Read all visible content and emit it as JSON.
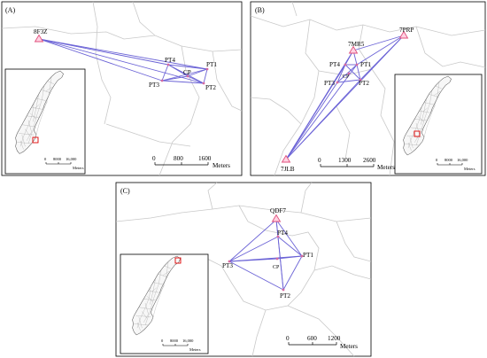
{
  "panels": [
    {
      "label": "(A)",
      "benchmark": "8F3Z",
      "points": [
        "PT1",
        "PT2",
        "PT3",
        "PT4",
        "CP"
      ],
      "scale": {
        "ticks": [
          "0",
          "800",
          "1600"
        ],
        "unit": "Meters"
      },
      "inset": {
        "ticks": [
          "0",
          "8000",
          "16,000"
        ],
        "unit": "Meters"
      }
    },
    {
      "label": "(B)",
      "benchmarks": [
        "7MR5",
        "7PRP",
        "7JLB"
      ],
      "points": [
        "PT1",
        "PT2",
        "PT3",
        "PT4",
        "CP"
      ],
      "scale": {
        "ticks": [
          "0",
          "1300",
          "2600"
        ],
        "unit": "Meters"
      },
      "inset": {
        "ticks": [
          "0",
          "8000",
          "16,000"
        ],
        "unit": "Meters"
      }
    },
    {
      "label": "(C)",
      "benchmark": "QDF7",
      "points": [
        "PT1",
        "PT2",
        "PT3",
        "PT4",
        "CP"
      ],
      "scale": {
        "ticks": [
          "0",
          "600",
          "1200"
        ],
        "unit": "Meters"
      },
      "inset": {
        "ticks": [
          "0",
          "8000",
          "16,000"
        ],
        "unit": "Meters"
      }
    }
  ],
  "colors": {
    "network_line": "#6b63d6",
    "benchmark_marker": "#e0507d",
    "inset_highlight": "#e00000",
    "boundary": "#c9c9c9"
  }
}
